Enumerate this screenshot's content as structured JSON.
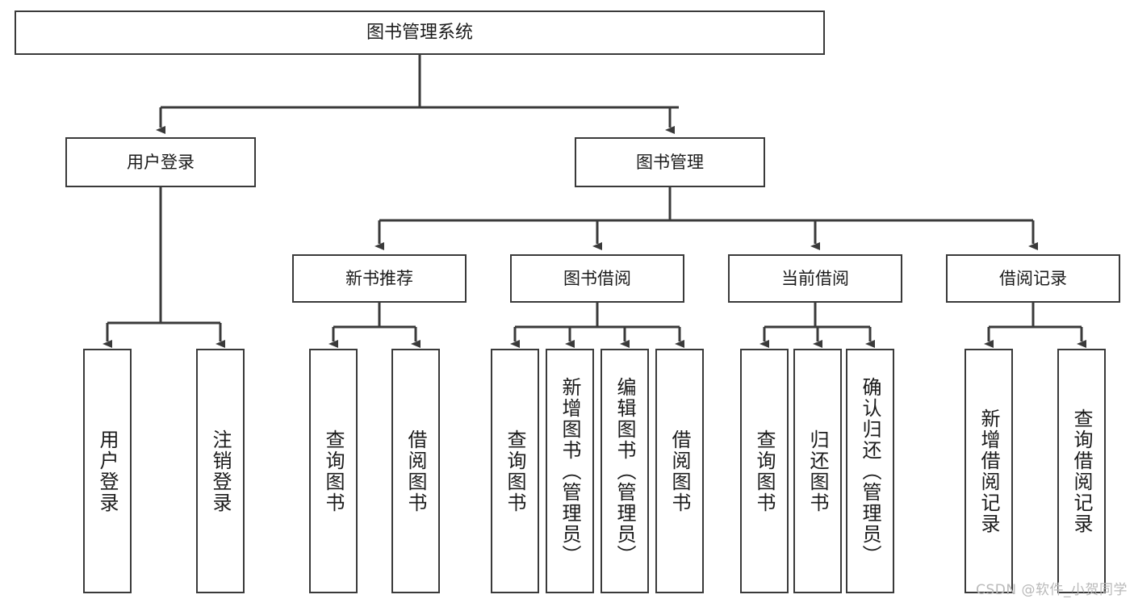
{
  "diagram": {
    "type": "tree-hierarchy-chart",
    "title": "图书管理系统",
    "line_color": "#3a3a3a",
    "box_fill": "#ffffff",
    "text_color": "#1b1b1b",
    "levels": {
      "root": {
        "label": "图书管理系统"
      },
      "level2": [
        {
          "label": "用户登录"
        },
        {
          "label": "图书管理"
        }
      ],
      "level3": [
        {
          "label": "新书推荐"
        },
        {
          "label": "图书借阅"
        },
        {
          "label": "当前借阅"
        },
        {
          "label": "借阅记录"
        }
      ],
      "leaves": {
        "user_login": [
          {
            "label": "用户登录"
          },
          {
            "label": "注销登录"
          }
        ],
        "new_book_recommend": [
          {
            "label": "查询图书"
          },
          {
            "label": "借阅图书"
          }
        ],
        "book_borrow": [
          {
            "label": "查询图书"
          },
          {
            "label": "新增图书（管理员）"
          },
          {
            "label": "编辑图书（管理员）"
          },
          {
            "label": "借阅图书"
          }
        ],
        "current_borrow": [
          {
            "label": "查询图书"
          },
          {
            "label": "归还图书"
          },
          {
            "label": "确认归还（管理员）"
          }
        ],
        "borrow_record": [
          {
            "label": "新增借阅记录"
          },
          {
            "label": "查询借阅记录"
          }
        ]
      }
    }
  },
  "watermark": {
    "text": "CSDN @软件_小贺同学"
  }
}
